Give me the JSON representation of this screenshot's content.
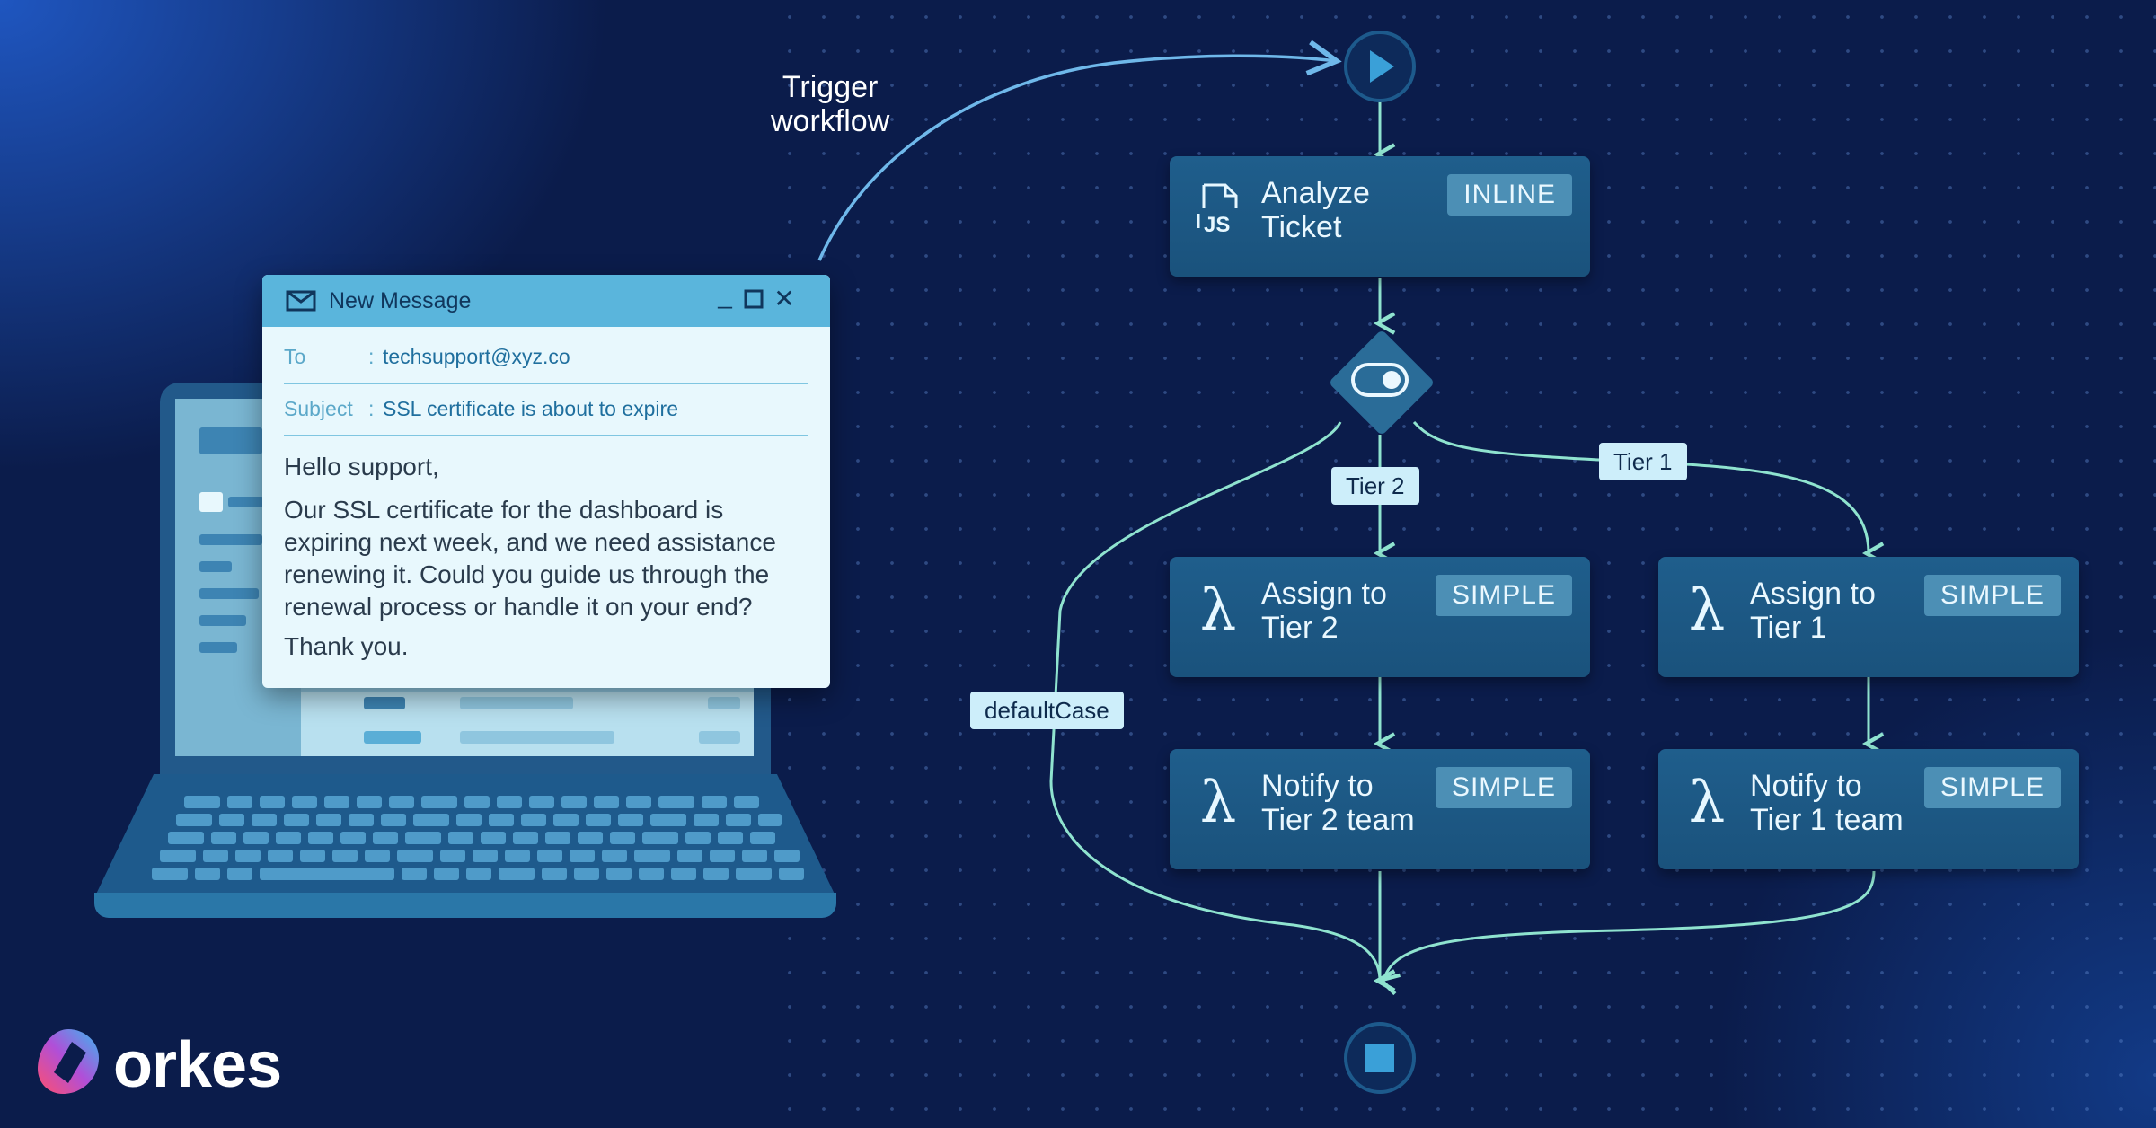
{
  "annotation": {
    "trigger_line1": "Trigger",
    "trigger_line2": "workflow"
  },
  "email": {
    "window_title": "New Message",
    "to_label": "To",
    "to_value": "techsupport@xyz.co",
    "subject_label": "Subject",
    "subject_value": "SSL certificate is about to expire",
    "body_greeting": "Hello support,",
    "body_lines": [
      "Our SSL certificate for the dashboard is",
      "expiring next week, and we need assistance",
      "renewing it. Could you guide us through the",
      "renewal process or handle it on your end?"
    ],
    "body_closing": "Thank you."
  },
  "workflow": {
    "analyze": {
      "title_line1": "Analyze",
      "title_line2": "Ticket",
      "badge": "INLINE",
      "icon": "js-file-icon"
    },
    "assign_tier2": {
      "title_line1": "Assign to",
      "title_line2": "Tier 2",
      "badge": "SIMPLE",
      "icon": "lambda-icon"
    },
    "assign_tier1": {
      "title_line1": "Assign to",
      "title_line2": "Tier 1",
      "badge": "SIMPLE",
      "icon": "lambda-icon"
    },
    "notify_tier2": {
      "title_line1": "Notify to",
      "title_line2": "Tier 2 team",
      "badge": "SIMPLE",
      "icon": "lambda-icon"
    },
    "notify_tier1": {
      "title_line1": "Notify to",
      "title_line2": "Tier 1 team",
      "badge": "SIMPLE",
      "icon": "lambda-icon"
    },
    "switch_icon": "toggle-switch-icon",
    "start_icon": "play-icon",
    "end_icon": "stop-icon",
    "edge_labels": {
      "tier2": "Tier 2",
      "tier1": "Tier 1",
      "default": "defaultCase"
    }
  },
  "brand": {
    "name": "orkes"
  },
  "colors": {
    "background": "#0b1c4b",
    "node": "#1f5e8c",
    "badge": "#4c8fb5",
    "edge": "#8fe3cf",
    "email_header": "#5ab5dc"
  }
}
